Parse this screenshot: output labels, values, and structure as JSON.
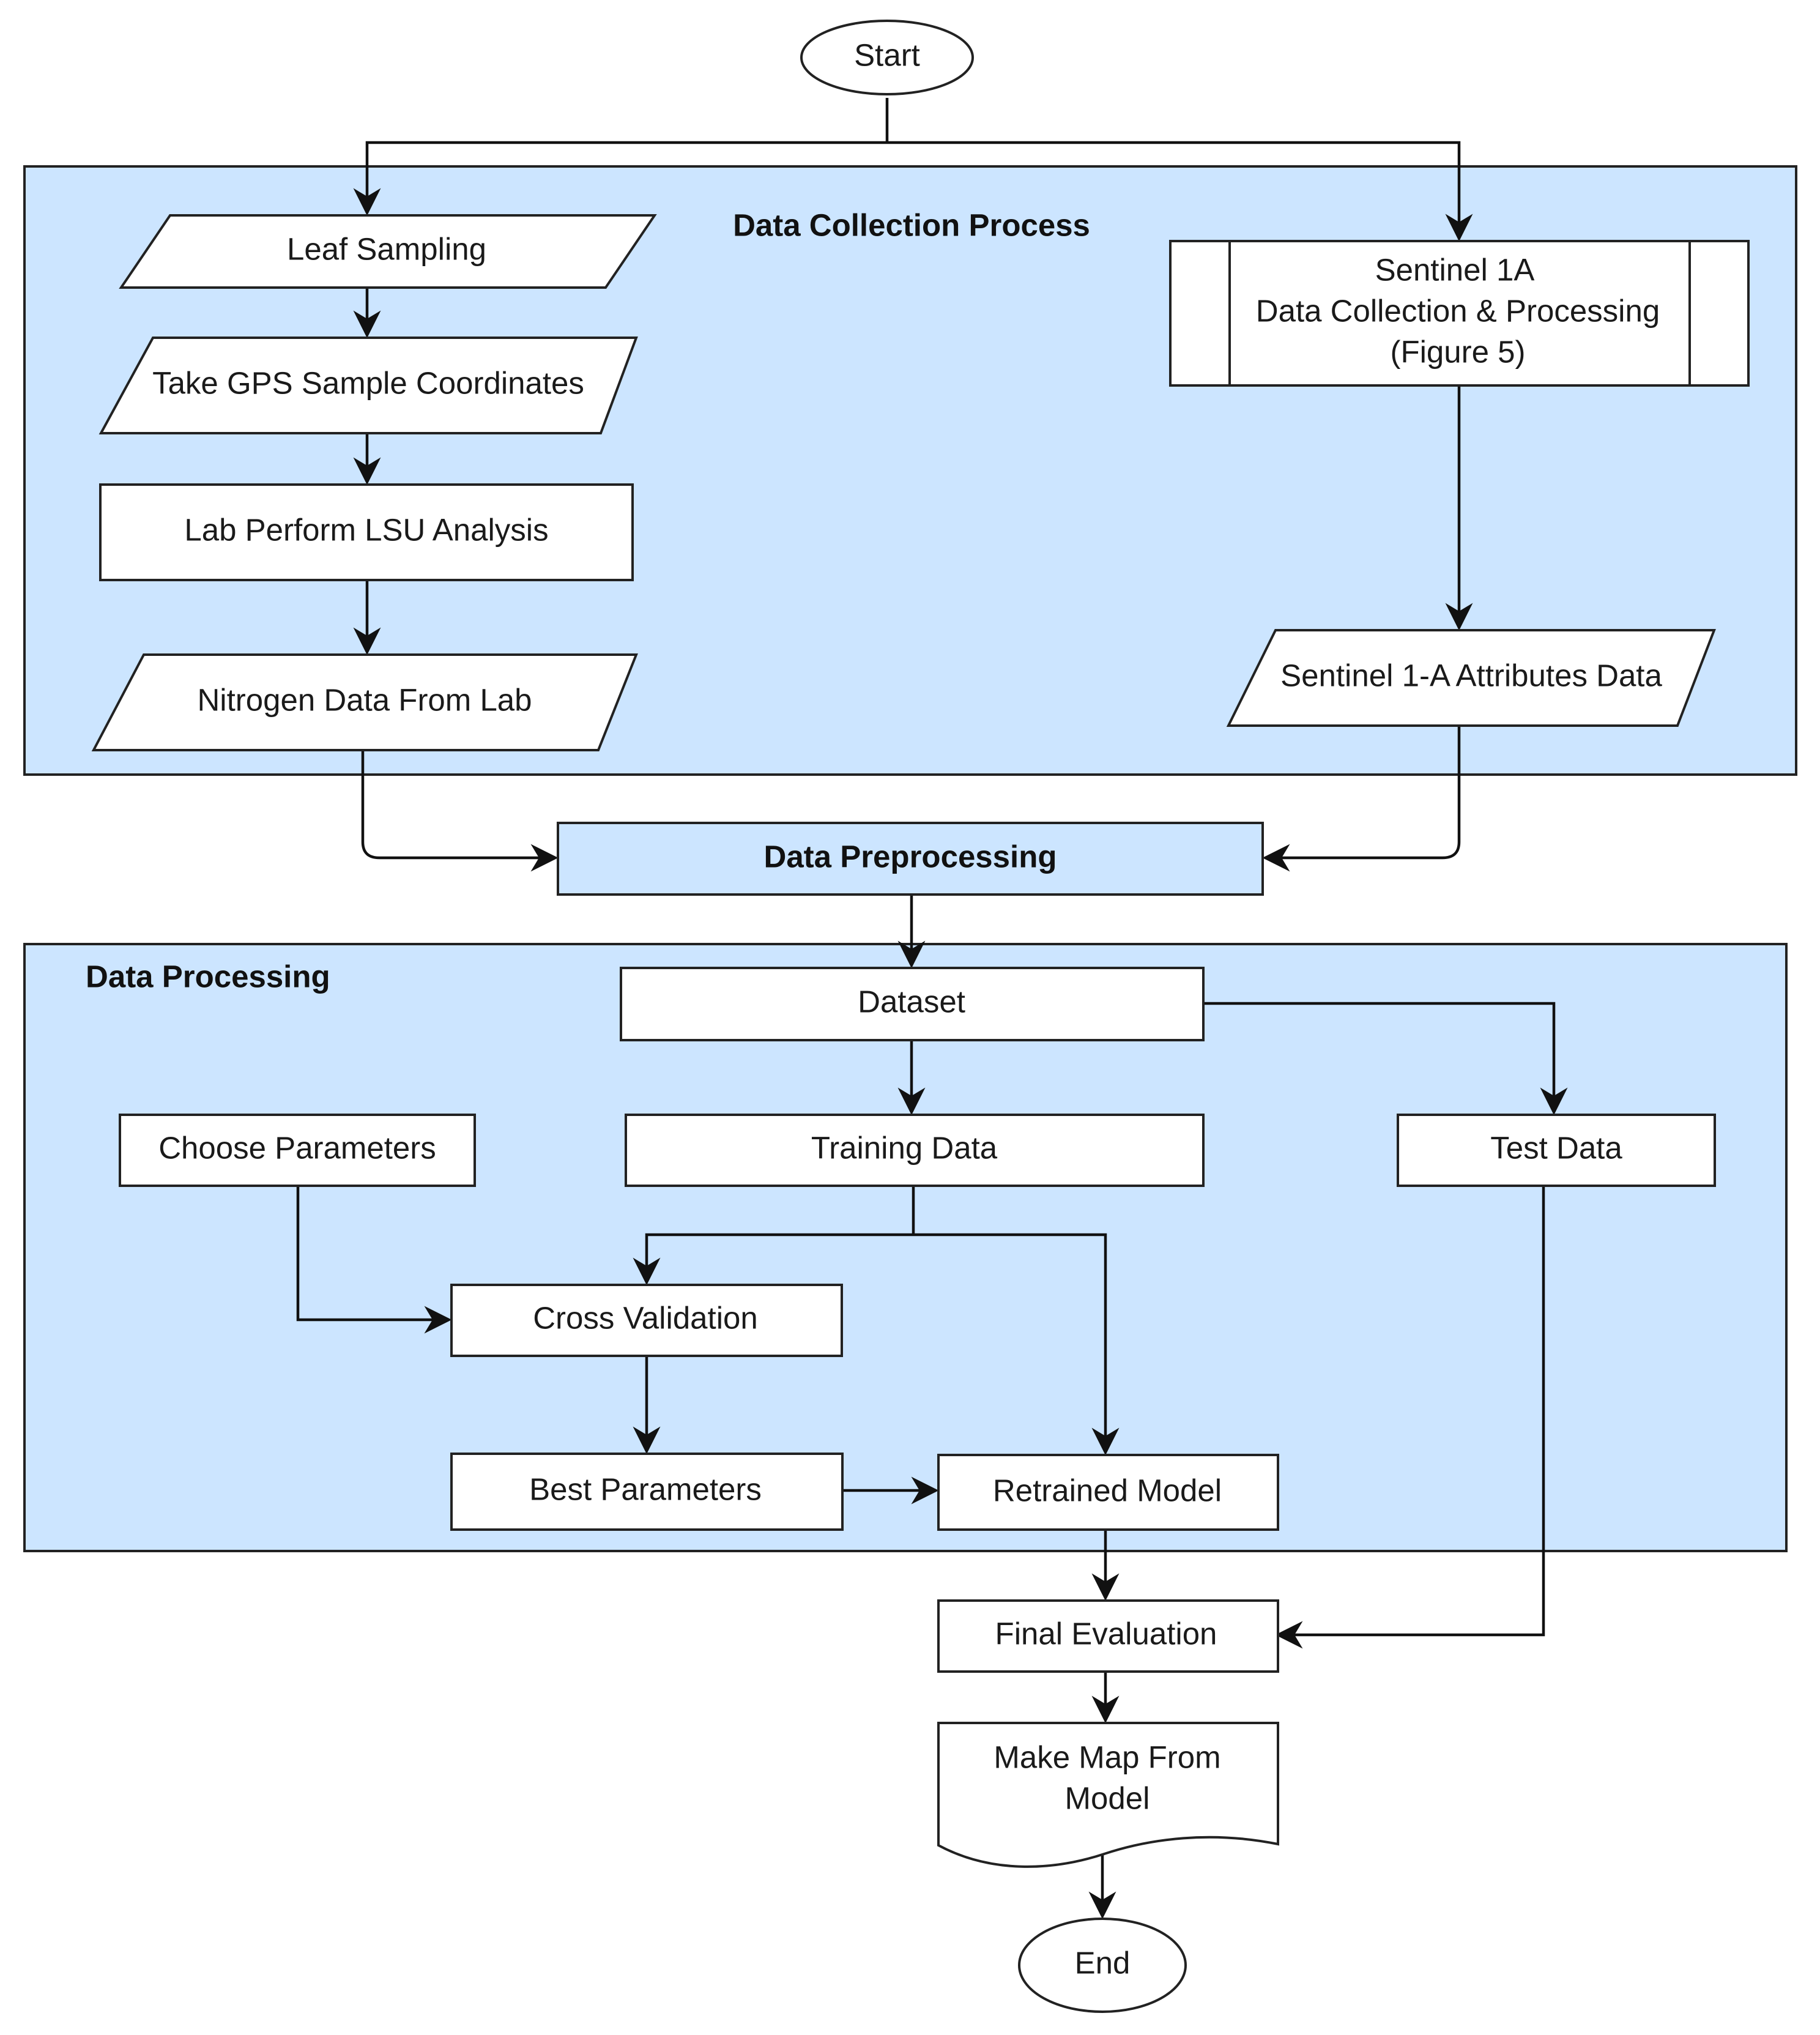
{
  "regions": {
    "collection": "Data Collection Process",
    "processing": "Data Processing"
  },
  "nodes": {
    "start": "Start",
    "leaf_sampling": "Leaf Sampling",
    "take_gps": "Take GPS Sample Coordinates",
    "lab_lsu": "Lab Perform LSU Analysis",
    "nitrogen_data": "Nitrogen Data From Lab",
    "sentinel_line1": "Sentinel 1A",
    "sentinel_line2": "Data Collection & Processing",
    "sentinel_line3": "(Figure 5)",
    "sentinel_attributes": "Sentinel 1-A Attributes Data",
    "data_preprocessing": "Data Preprocessing",
    "dataset": "Dataset",
    "training_data": "Training Data",
    "test_data": "Test Data",
    "choose_parameters": "Choose Parameters",
    "cross_validation": "Cross Validation",
    "best_parameters": "Best Parameters",
    "retrained_model": "Retrained Model",
    "final_evaluation": "Final Evaluation",
    "make_map_line1": "Make Map From",
    "make_map_line2": "Model",
    "end": "End"
  },
  "colors": {
    "region_fill": "#cce5ff",
    "node_fill": "#ffffff",
    "stroke": "#222222"
  }
}
